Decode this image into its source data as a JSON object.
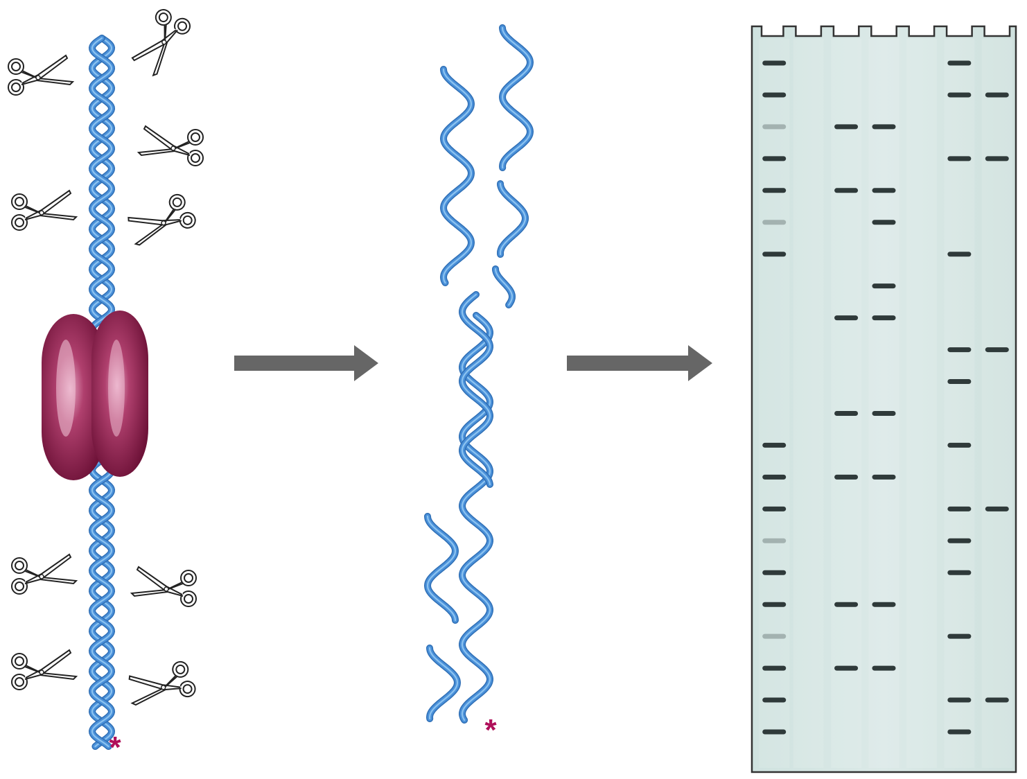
{
  "diagram": {
    "panels": [
      {
        "id": "intact",
        "content": "dna-double-helix-with-bound-protein-and-nucleases"
      },
      {
        "id": "digested",
        "content": "dna-fragments-after-cleavage"
      },
      {
        "id": "gel",
        "content": "gel-electrophoresis-footprint"
      }
    ],
    "label_marker": "*",
    "icons": [
      "scissors-icon",
      "arrow-right-icon"
    ],
    "gel": {
      "lanes": 7,
      "band_pattern": [
        [
          1,
          0,
          0,
          0,
          0,
          1,
          0
        ],
        [
          1,
          0,
          0,
          0,
          0,
          1,
          1
        ],
        [
          0.3,
          0,
          1,
          1,
          0,
          0,
          0
        ],
        [
          1,
          0,
          0,
          0,
          0,
          1,
          1
        ],
        [
          1,
          0,
          1,
          1,
          0,
          0,
          0
        ],
        [
          0.3,
          0,
          0,
          1,
          0,
          0,
          0
        ],
        [
          1,
          0,
          0,
          0,
          0,
          1,
          0
        ],
        [
          0,
          0,
          0,
          1,
          0,
          0,
          0
        ],
        [
          0,
          0,
          1,
          1,
          0,
          0,
          0
        ],
        [
          0,
          0,
          0,
          0,
          0,
          1,
          1
        ],
        [
          0,
          0,
          0,
          0,
          0,
          1,
          0
        ],
        [
          0,
          0,
          1,
          1,
          0,
          0,
          0
        ],
        [
          1,
          0,
          0,
          0,
          0,
          1,
          0
        ],
        [
          1,
          0,
          1,
          1,
          0,
          0,
          0
        ],
        [
          1,
          0,
          0,
          0,
          0,
          1,
          1
        ],
        [
          0.3,
          0,
          0,
          0,
          0,
          1,
          0
        ],
        [
          1,
          0,
          0,
          0,
          0,
          1,
          0
        ],
        [
          1,
          0,
          1,
          1,
          0,
          0,
          0
        ],
        [
          0.3,
          0,
          0,
          0,
          0,
          1,
          0
        ],
        [
          1,
          0,
          1,
          1,
          0,
          0,
          0
        ],
        [
          1,
          0,
          0,
          0,
          0,
          1,
          1
        ],
        [
          1,
          0,
          0,
          0,
          0,
          1,
          0
        ]
      ]
    },
    "colors": {
      "dna": "#4a90d9",
      "dna_highlight": "#8cc3f0",
      "protein": "#8e1f4e",
      "protein_light": "#e6a6c2",
      "marker": "#b0105a",
      "arrow": "#666666",
      "gel_bg": "#d6e7e5",
      "band": "#2f3a3a",
      "gel_border": "#333333"
    }
  }
}
